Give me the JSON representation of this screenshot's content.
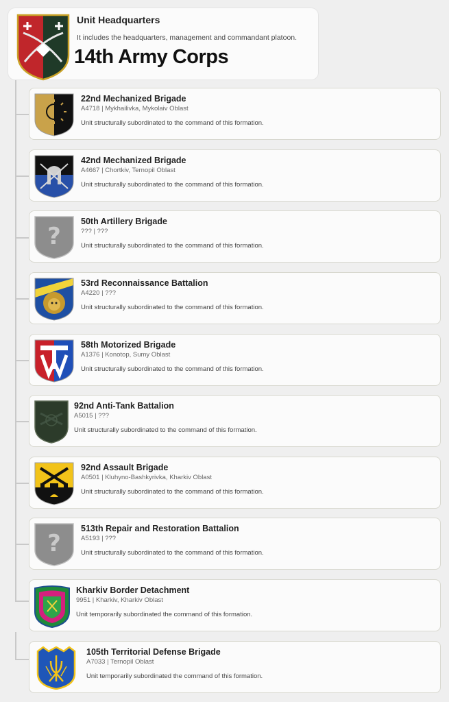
{
  "hq": {
    "title": "Unit Headquarters",
    "description": "It includes the headquarters, management and commandant platoon.",
    "name": "14th Army Corps",
    "emblem": "corps-emblem-icon"
  },
  "units": [
    {
      "name": "22nd Mechanized Brigade",
      "meta": "A4718 | Mykhailivka, Mykolaiv Oblast",
      "desc": "Unit structurally subordinated to the command of this formation.",
      "emblem": "sun-shield-icon"
    },
    {
      "name": "42nd Mechanized Brigade",
      "meta": "A4667 | Chortkiv, Ternopil Oblast",
      "desc": "Unit structurally subordinated to the command of this formation.",
      "emblem": "helmet-shield-icon"
    },
    {
      "name": "50th Artillery Brigade",
      "meta": "??? | ???",
      "desc": "Unit structurally subordinated to the command of this formation.",
      "emblem": "unknown-shield-icon"
    },
    {
      "name": "53rd Reconnaissance Battalion",
      "meta": "A4220 | ???",
      "desc": "Unit structurally subordinated to the command of this formation.",
      "emblem": "lion-shield-icon"
    },
    {
      "name": "58th Motorized Brigade",
      "meta": "A1376 | Konotop, Sumy Oblast",
      "desc": "Unit structurally subordinated to the command of this formation.",
      "emblem": "tw-shield-icon"
    },
    {
      "name": "92nd Anti-Tank Battalion",
      "meta": "A5015 | ???",
      "desc": "Unit structurally subordinated to the command of this formation.",
      "emblem": "green-shield-icon"
    },
    {
      "name": "92nd Assault Brigade",
      "meta": "A0501 | Kluhyno-Bashkyrivka, Kharkiv Oblast",
      "desc": "Unit structurally subordinated to the command of this formation.",
      "emblem": "swords-shield-icon"
    },
    {
      "name": "513th Repair and Restoration Battalion",
      "meta": "A5193 | ???",
      "desc": "Unit structurally subordinated to the command of this formation.",
      "emblem": "unknown-shield-icon"
    },
    {
      "name": "Kharkiv Border Detachment",
      "meta": "9951 | Kharkiv, Kharkiv Oblast",
      "desc": "Unit temporarily subordinated the command of this formation.",
      "emblem": "border-shield-icon"
    },
    {
      "name": "105th Territorial Defense Brigade",
      "meta": "A7033 | Ternopil Oblast",
      "desc": "Unit temporarily subordinated the command of this formation.",
      "emblem": "trident-shield-icon"
    }
  ]
}
